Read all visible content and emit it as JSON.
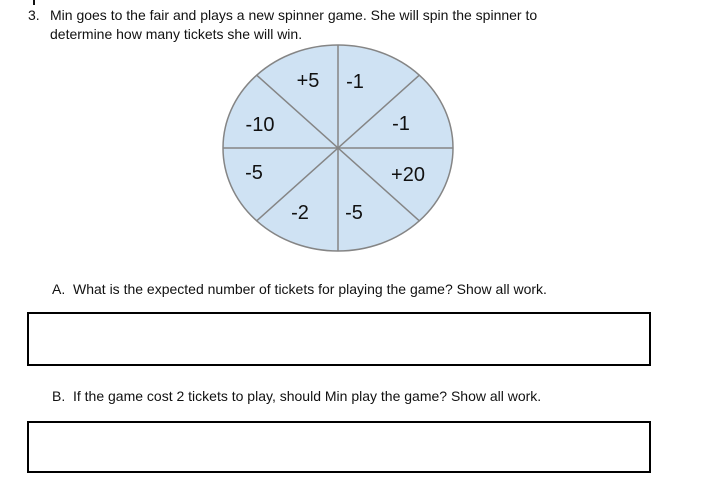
{
  "question": {
    "number": "3.",
    "line1": "Min goes to the fair and plays a new spinner game. She will spin the spinner to",
    "line2": "determine how many tickets she will win."
  },
  "spinner": {
    "fill_color": "#cfe2f3",
    "line_color": "#858585",
    "labels": {
      "top_left": "+5",
      "top_right": "-1",
      "right_upper": "-1",
      "right_lower": "+20",
      "bottom_right": "-5",
      "bottom_left": "-2",
      "left_lower": "-5",
      "left_upper": "-10"
    }
  },
  "part_a": {
    "label": "A.",
    "text": "What is the expected number of tickets for playing the game? Show all work.",
    "answer_value": ""
  },
  "part_b": {
    "label": "B.",
    "text": "If the game cost 2 tickets to play, should Min play the game? Show all work.",
    "answer_value": ""
  }
}
